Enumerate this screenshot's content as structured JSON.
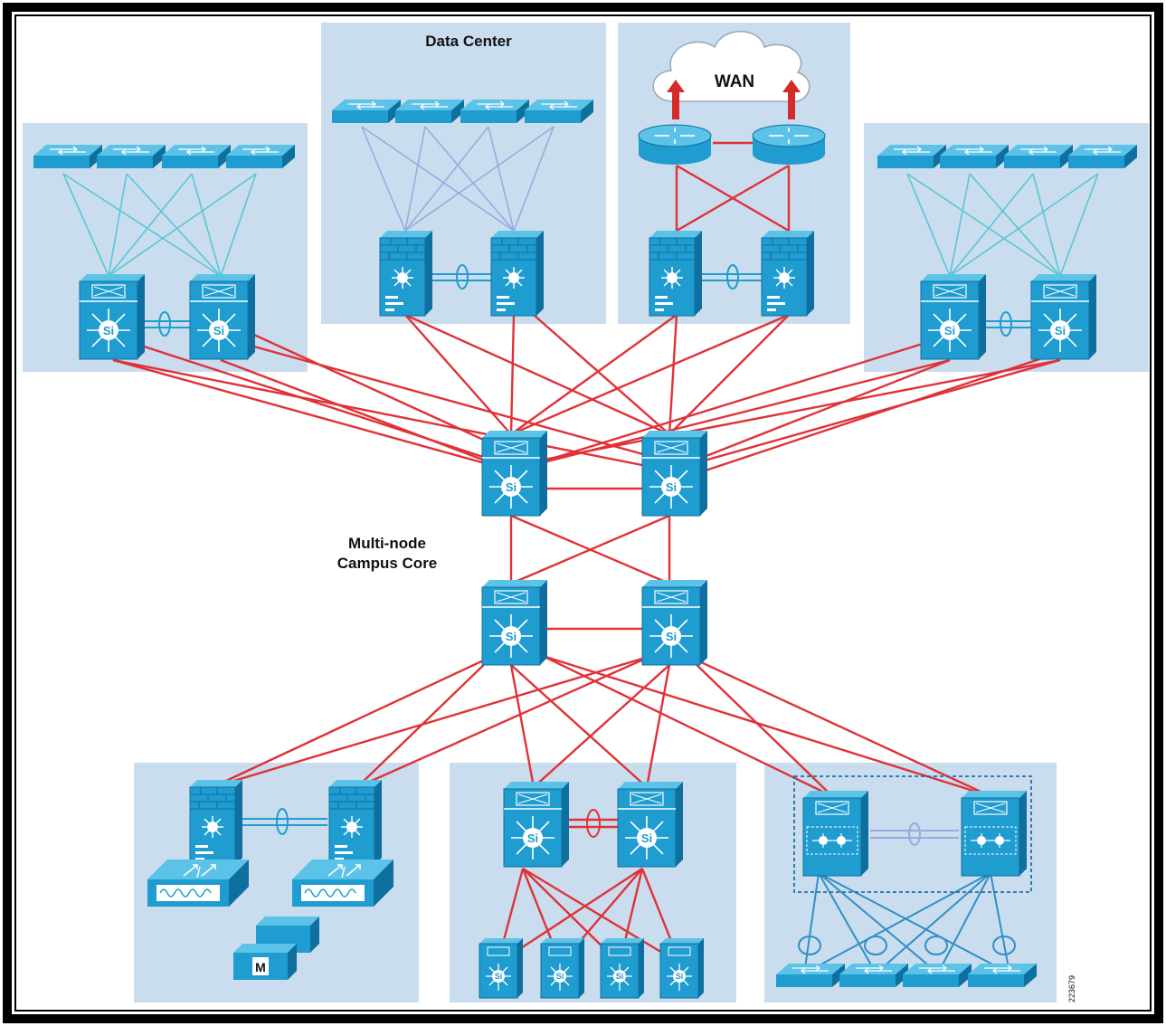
{
  "diagram": {
    "labels": {
      "data_center": "Data Center",
      "wan": "WAN",
      "core_line1": "Multi-node",
      "core_line2": "Campus Core",
      "figure_id": "223679"
    },
    "switch_label": "Si",
    "module_label": "M",
    "colors": {
      "panel": "#c9ddee",
      "device": "#1f9cd0",
      "device_dark": "#0f6f9e",
      "device_light": "#5cc3e8",
      "red_link": "#e03238",
      "teal_link": "#59c6d6",
      "violet_link": "#9ba9e0",
      "blue_link": "#2f8fc8",
      "frame": "#000000",
      "wan_arrow": "#d42a2a"
    }
  }
}
